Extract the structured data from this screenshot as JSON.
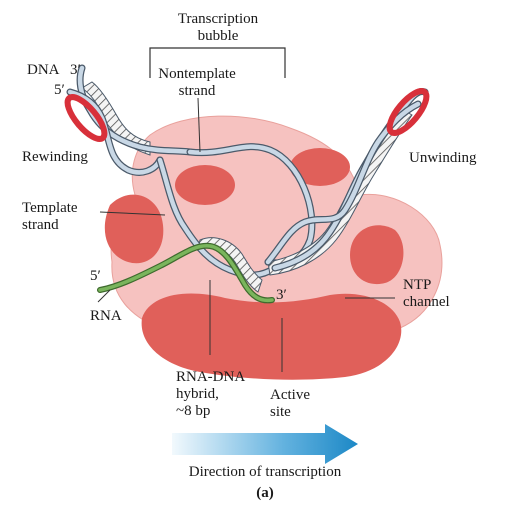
{
  "labels": {
    "bubble": [
      "Transcription",
      "bubble"
    ],
    "dna": "DNA",
    "dna_3prime": "3′",
    "dna_5prime": "5′",
    "nontemplate": [
      "Nontemplate",
      "strand"
    ],
    "rewinding": "Rewinding",
    "unwinding": "Unwinding",
    "template": [
      "Template",
      "strand"
    ],
    "rna_5prime": "5′",
    "rna": "RNA",
    "rna_3prime": "3′",
    "ntp": [
      "NTP",
      "channel"
    ],
    "hybrid": [
      "RNA-DNA",
      "hybrid,",
      "~8 bp"
    ],
    "active_site": [
      "Active",
      "site"
    ],
    "direction": "Direction of transcription",
    "panel": "(a)"
  },
  "colors": {
    "polymerase_light": "#f6c2c0",
    "polymerase_dark": "#e0605a",
    "dna_strand": "#c9d8e6",
    "dna_outline": "#4b5a6a",
    "rna_strand": "#7ab55c",
    "torsion_ring": "#d8303a",
    "arrow_start": "#e8f4fb",
    "arrow_end": "#1c88c6"
  }
}
